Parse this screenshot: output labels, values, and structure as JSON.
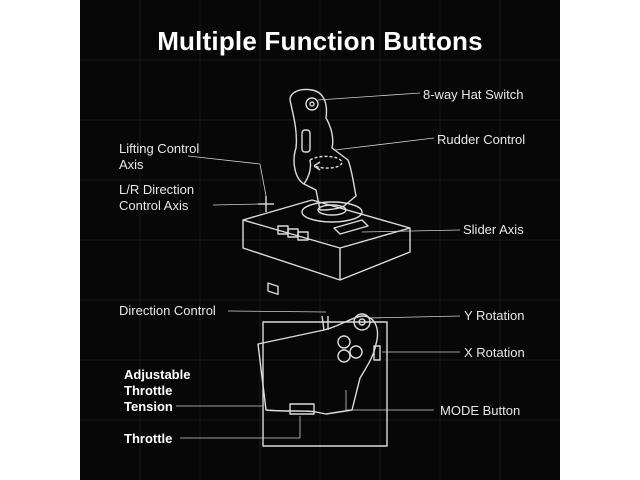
{
  "title": "Multiple Function Buttons",
  "labels": {
    "hat_switch": "8-way Hat Switch",
    "rudder_control": "Rudder Control",
    "lifting_axis_line1": "Lifting Control",
    "lifting_axis_line2": "Axis",
    "lr_axis_line1": "L/R Direction",
    "lr_axis_line2": "Control Axis",
    "slider_axis": "Slider Axis",
    "direction_control": "Direction Control",
    "y_rotation": "Y Rotation",
    "x_rotation": "X Rotation",
    "throttle_tension_line1": "Adjustable",
    "throttle_tension_line2": "Throttle",
    "throttle_tension_line3": "Tension",
    "throttle": "Throttle",
    "mode_button": "MODE  Button"
  },
  "colors": {
    "background": "#070707",
    "text": "#ffffff",
    "line": "#d9d9d9"
  }
}
